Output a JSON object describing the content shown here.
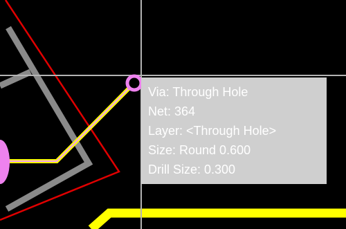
{
  "tooltip": {
    "via": "Via: Through Hole",
    "net": "Net: 364",
    "layer": "Layer: <Through Hole>",
    "size": "Size: Round 0.600",
    "drill_size": "Drill Size: 0.300"
  },
  "colors": {
    "background": "#000000",
    "crosshair": "#b4b4b4",
    "board_outline": "#e00000",
    "silkscreen": "#8a8a8a",
    "track_highlight": "#ffff00",
    "via": "#ee82ee",
    "tooltip_background": "#cfcfcf",
    "tooltip_text": "#ffffff"
  }
}
